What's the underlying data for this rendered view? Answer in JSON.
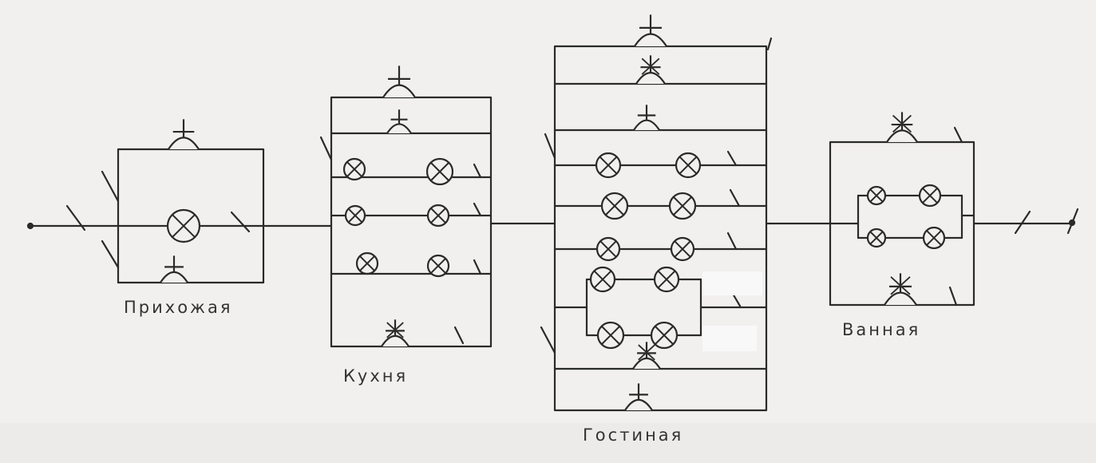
{
  "colors": {
    "paper": "#f2f0ef",
    "ink": "#2a2a2a"
  },
  "rooms": {
    "hallway": {
      "label": "Прихожая"
    },
    "kitchen": {
      "label": "Кухня"
    },
    "living_room": {
      "label": "Гостиная"
    },
    "bathroom": {
      "label": "Ванная"
    }
  },
  "symbols": [
    "lamp-icon",
    "wall-light-icon",
    "switch-icon",
    "socket-icon"
  ]
}
